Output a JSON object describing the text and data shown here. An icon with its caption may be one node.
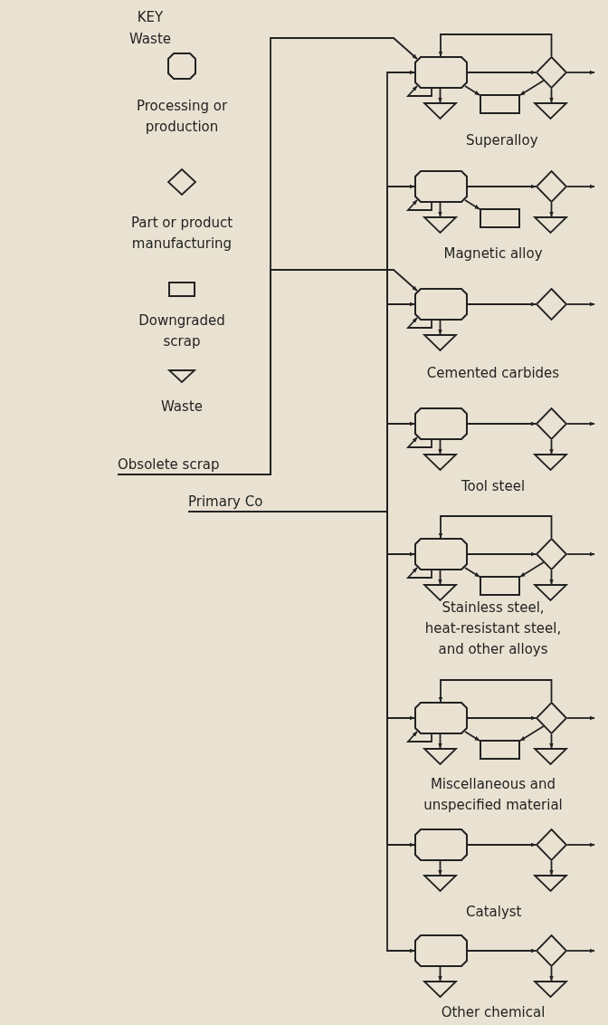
{
  "diagram": {
    "nodes": [
      {
        "text": [
          "Obsolete scrap"
        ]
      },
      {
        "text": [
          "Primary Co"
        ]
      },
      {
        "text": [],
        "shape": "box"
      },
      {
        "text": [],
        "shape": "diamond"
      },
      {
        "text": [],
        "shape": "triangle"
      },
      {
        "text": [],
        "shape": "box"
      },
      {
        "text": [],
        "shape": "triangle"
      },
      {
        "text": [],
        "shape": "box"
      },
      {
        "text": [],
        "shape": "diamond"
      },
      {
        "text": [],
        "shape": "triangle"
      },
      {
        "text": [],
        "shape": "box"
      },
      {
        "text": [],
        "shape": "triangle"
      },
      {
        "text": [],
        "shape": "box"
      },
      {
        "text": [],
        "shape": "diamond"
      },
      {
        "text": [],
        "shape": "triangle"
      },
      {
        "text": [],
        "shape": "box"
      },
      {
        "text": [],
        "shape": "diamond"
      },
      {
        "text": [],
        "shape": "triangle"
      },
      {
        "text": [],
        "shape": "triangle"
      },
      {
        "text": [],
        "shape": "box"
      },
      {
        "text": [],
        "shape": "diamond"
      },
      {
        "text": [],
        "shape": "triangle"
      },
      {
        "text": [],
        "shape": "box"
      },
      {
        "text": [],
        "shape": "triangle"
      },
      {
        "text": [],
        "shape": "box"
      },
      {
        "text": [],
        "shape": "diamond"
      },
      {
        "text": [],
        "shape": "triangle"
      },
      {
        "text": [],
        "shape": "box"
      },
      {
        "text": [],
        "shape": "triangle"
      },
      {
        "text": [],
        "shape": "box"
      },
      {
        "text": [],
        "shape": "diamond"
      },
      {
        "text": [],
        "shape": "triangle"
      },
      {
        "text": [],
        "shape": "triangle"
      },
      {
        "text": [],
        "shape": "box"
      },
      {
        "text": [],
        "shape": "diamond"
      },
      {
        "text": [],
        "shape": "triangle"
      },
      {
        "text": [],
        "shape": "triangle"
      }
    ],
    "edges": [
      {
        "from": 0,
        "to": 2,
        "arrow": "to"
      },
      {
        "from": 0,
        "to": 12,
        "arrow": "to"
      },
      {
        "from": 1,
        "to": 2,
        "arrow": "to"
      },
      {
        "from": 1,
        "to": 7,
        "arrow": "to"
      },
      {
        "from": 1,
        "to": 12,
        "arrow": "to"
      },
      {
        "from": 1,
        "to": 15,
        "arrow": "to"
      },
      {
        "from": 1,
        "to": 19,
        "arrow": "to"
      },
      {
        "from": 1,
        "to": 24,
        "arrow": "to"
      },
      {
        "from": 1,
        "to": 29,
        "arrow": "to"
      },
      {
        "from": 1,
        "to": 33,
        "arrow": "to"
      },
      {
        "from": 2,
        "to": 2,
        "arrow": "to"
      },
      {
        "from": 2,
        "to": 3,
        "arrow": "to"
      },
      {
        "from": 2,
        "to": 4,
        "arrow": "to"
      },
      {
        "from": 2,
        "to": 5,
        "arrow": "to"
      },
      {
        "from": 3,
        "to": 5,
        "arrow": "to"
      },
      {
        "from": 3,
        "to": 2,
        "arrow": "to"
      },
      {
        "from": 3,
        "to": 6,
        "arrow": "to"
      },
      {
        "from": 3,
        "to": null,
        "arrow": "to"
      },
      {
        "from": 7,
        "to": 7,
        "arrow": "to"
      },
      {
        "from": 7,
        "to": 8,
        "arrow": "to"
      },
      {
        "from": 7,
        "to": 9,
        "arrow": "to"
      },
      {
        "from": 7,
        "to": 10,
        "arrow": "to"
      },
      {
        "from": 8,
        "to": 11,
        "arrow": "to"
      },
      {
        "from": 8,
        "to": null,
        "arrow": "to"
      },
      {
        "from": 12,
        "to": 12,
        "arrow": "to"
      },
      {
        "from": 12,
        "to": 13,
        "arrow": "to"
      },
      {
        "from": 12,
        "to": 14,
        "arrow": "to"
      },
      {
        "from": 13,
        "to": null,
        "arrow": "to"
      },
      {
        "from": 15,
        "to": 15,
        "arrow": "to"
      },
      {
        "from": 15,
        "to": 16,
        "arrow": "to"
      },
      {
        "from": 15,
        "to": 17,
        "arrow": "to"
      },
      {
        "from": 16,
        "to": 18,
        "arrow": "to"
      },
      {
        "from": 16,
        "to": null,
        "arrow": "to"
      },
      {
        "from": 19,
        "to": 19,
        "arrow": "to"
      },
      {
        "from": 19,
        "to": 20,
        "arrow": "to"
      },
      {
        "from": 19,
        "to": 21,
        "arrow": "to"
      },
      {
        "from": 19,
        "to": 22,
        "arrow": "to"
      },
      {
        "from": 20,
        "to": 22,
        "arrow": "to"
      },
      {
        "from": 20,
        "to": 19,
        "arrow": "to"
      },
      {
        "from": 20,
        "to": 23,
        "arrow": "to"
      },
      {
        "from": 20,
        "to": null,
        "arrow": "to"
      },
      {
        "from": 24,
        "to": 24,
        "arrow": "to"
      },
      {
        "from": 24,
        "to": 25,
        "arrow": "to"
      },
      {
        "from": 24,
        "to": 26,
        "arrow": "to"
      },
      {
        "from": 24,
        "to": 27,
        "arrow": "to"
      },
      {
        "from": 25,
        "to": 27,
        "arrow": "to"
      },
      {
        "from": 25,
        "to": 24,
        "arrow": "to"
      },
      {
        "from": 25,
        "to": 28,
        "arrow": "to"
      },
      {
        "from": 25,
        "to": null,
        "arrow": "to"
      },
      {
        "from": 29,
        "to": 30,
        "arrow": "to"
      },
      {
        "from": 29,
        "to": 31,
        "arrow": "to"
      },
      {
        "from": 30,
        "to": 32,
        "arrow": "to"
      },
      {
        "from": 30,
        "to": null,
        "arrow": "to"
      },
      {
        "from": 33,
        "to": 34,
        "arrow": "to"
      },
      {
        "from": 33,
        "to": 35,
        "arrow": "to"
      },
      {
        "from": 34,
        "to": 36,
        "arrow": "to"
      },
      {
        "from": 34,
        "to": null,
        "arrow": "to"
      }
    ],
    "labels": [
      "KEY",
      "Waste",
      "Superalloy",
      "Magnetic alloy",
      "Cemented carbides",
      "Tool steel",
      "Stainless steel, heat-resistant steel, and other alloys",
      "Miscellaneous and unspecified material",
      "Catalyst",
      "Other chemical"
    ],
    "legend": [
      {
        "text": "Processing or production"
      },
      {
        "text": "Part or product manufacturing"
      },
      {
        "text": "Downgraded scrap"
      },
      {
        "text": "Waste"
      }
    ]
  }
}
